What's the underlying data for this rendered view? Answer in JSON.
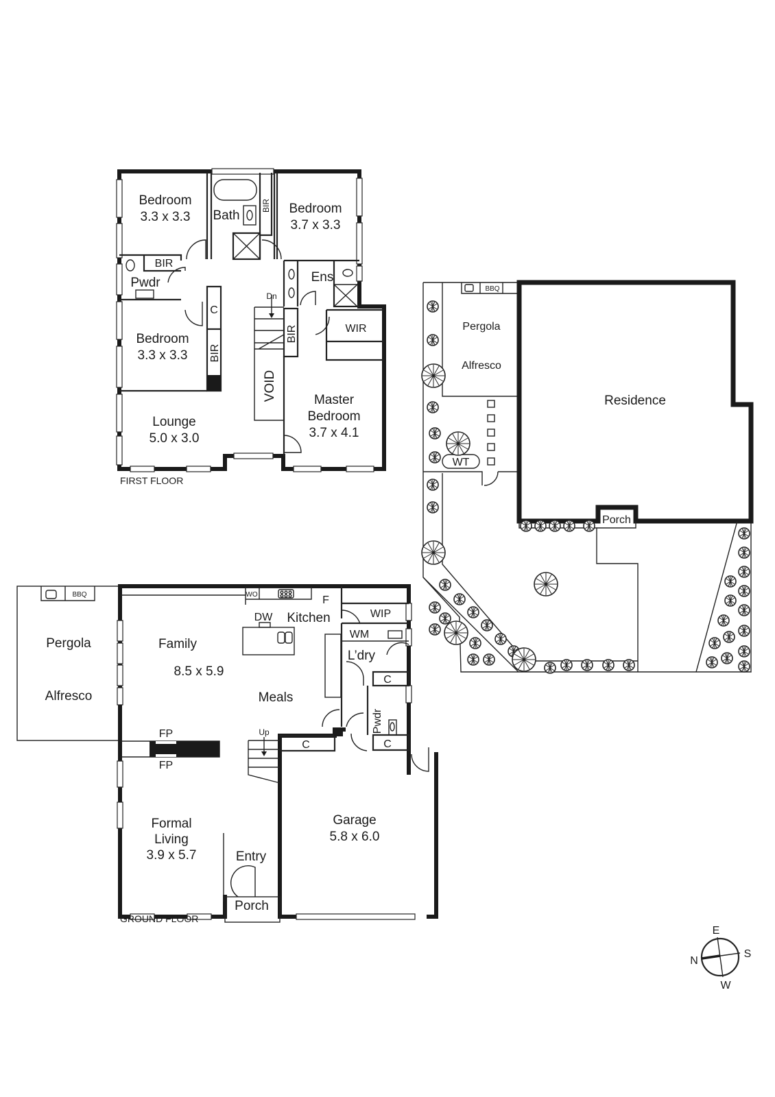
{
  "first_floor": {
    "caption": "FIRST FLOOR",
    "rooms": {
      "bedroom_nw": {
        "name": "Bedroom",
        "dims": "3.3 x 3.3"
      },
      "bath": {
        "name": "Bath"
      },
      "bir_bath": {
        "name": "BIR"
      },
      "bedroom_ne": {
        "name": "Bedroom",
        "dims": "3.7 x 3.3"
      },
      "bir_pwdr": {
        "name": "BIR"
      },
      "pwdr": {
        "name": "Pwdr"
      },
      "ens": {
        "name": "Ens"
      },
      "dn": {
        "name": "Dn"
      },
      "cupboard": {
        "name": "C"
      },
      "bedroom_w": {
        "name": "Bedroom",
        "dims": "3.3 x 3.3"
      },
      "bir_bedroom": {
        "name": "BIR"
      },
      "bir_stair": {
        "name": "BIR"
      },
      "wir": {
        "name": "WIR"
      },
      "void": {
        "name": "VOID"
      },
      "master": {
        "name_line1": "Master",
        "name_line2": "Bedroom",
        "dims": "3.7 x 4.1"
      },
      "lounge": {
        "name": "Lounge",
        "dims": "5.0 x 3.0"
      }
    }
  },
  "ground_floor": {
    "caption": "GROUND FLOOR",
    "rooms": {
      "pergola": {
        "line1": "Pergola",
        "line2": "Alfresco",
        "bbq": "BBQ"
      },
      "family": {
        "name": "Family",
        "dims": "8.5 x 5.9"
      },
      "meals": {
        "name": "Meals"
      },
      "kitchen": {
        "name": "Kitchen",
        "dw": "DW",
        "wo": "WO",
        "f": "F"
      },
      "wip": {
        "name": "WIP"
      },
      "wm": {
        "name": "WM"
      },
      "ldry": {
        "name": "L’dry"
      },
      "pwdr": {
        "name": "Pwdr"
      },
      "c1": {
        "name": "C"
      },
      "c2": {
        "name": "C"
      },
      "c3": {
        "name": "C"
      },
      "fp_top": {
        "name": "FP"
      },
      "fp_bottom": {
        "name": "FP"
      },
      "up": {
        "name": "Up"
      },
      "formal": {
        "line1": "Formal",
        "line2": "Living",
        "dims": "3.9 x 5.7"
      },
      "entry": {
        "name": "Entry"
      },
      "porch": {
        "name": "Porch"
      },
      "garage": {
        "name": "Garage",
        "dims": "5.8 x 6.0"
      }
    }
  },
  "site_plan": {
    "residence": "Residence",
    "pergola": "Pergola",
    "alfresco": "Alfresco",
    "bbq": "BBQ",
    "wt": "WT",
    "porch": "Porch"
  },
  "compass": {
    "n": "N",
    "e": "E",
    "s": "S",
    "w": "W"
  }
}
